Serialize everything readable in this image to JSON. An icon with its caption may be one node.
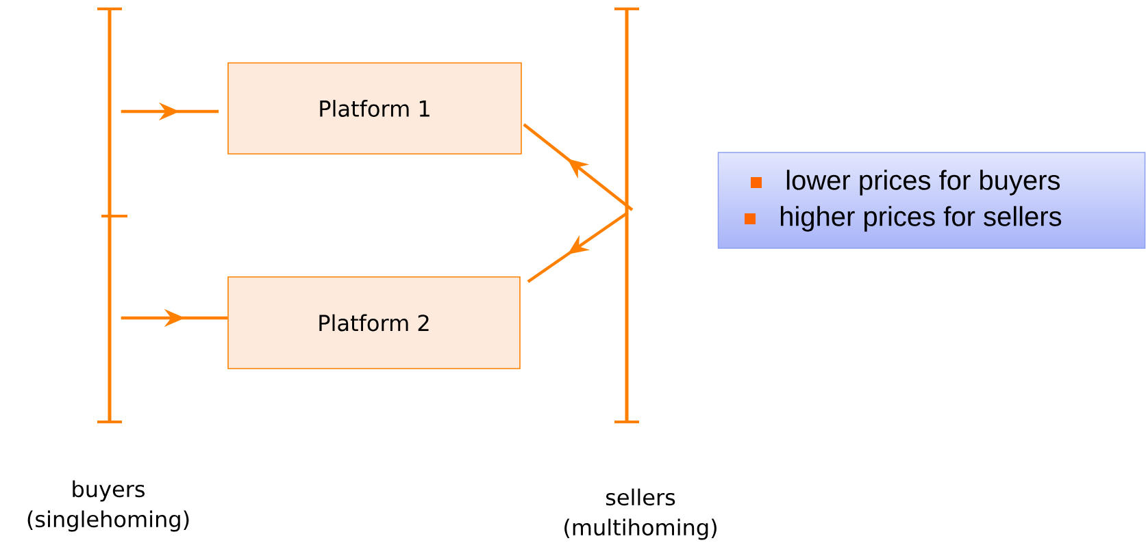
{
  "diagram": {
    "nodes": [
      {
        "text": [],
        "shape": "bar",
        "beside": [
          "buyers (singlehoming)"
        ]
      },
      {
        "text": [],
        "shape": "bar",
        "beside": [
          "sellers (multihoming)"
        ]
      },
      {
        "text": [
          "Platform 1"
        ]
      },
      {
        "text": [
          "Platform 2"
        ]
      },
      {
        "text": [
          "lower prices for buyers",
          "higher prices for sellers"
        ]
      }
    ],
    "edges": [
      {
        "from": 0,
        "to": 2,
        "arrow": "to"
      },
      {
        "from": 0,
        "to": 3,
        "arrow": "to"
      },
      {
        "from": 1,
        "to": 2,
        "arrow": "to"
      },
      {
        "from": 1,
        "to": 3,
        "arrow": "to"
      }
    ]
  }
}
